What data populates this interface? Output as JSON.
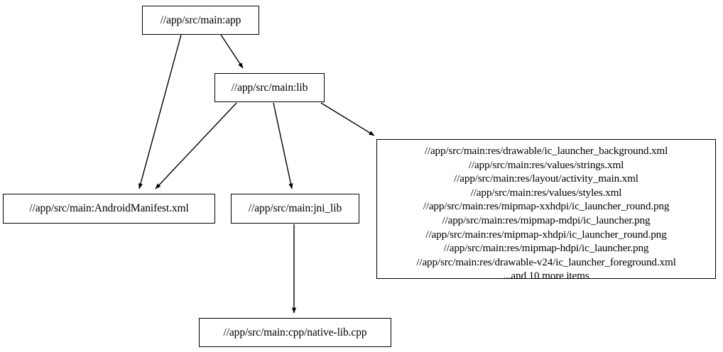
{
  "diagram": {
    "kind": "dependency-graph",
    "title": "",
    "background_color": "#ffffff",
    "node_fill_color": "#ffffff",
    "node_border_color": "#000000",
    "edge_color": "#000000",
    "text_color": "#000000",
    "nodes": [
      {
        "id": "app",
        "label": "//app/src/main:app"
      },
      {
        "id": "lib",
        "label": "//app/src/main:lib"
      },
      {
        "id": "manifest",
        "label": "//app/src/main:AndroidManifest.xml"
      },
      {
        "id": "jni_lib",
        "label": "//app/src/main:jni_lib"
      },
      {
        "id": "native_lib",
        "label": "//app/src/main:cpp/native-lib.cpp"
      },
      {
        "id": "resources",
        "lines": [
          "//app/src/main:res/drawable/ic_launcher_background.xml",
          "//app/src/main:res/values/strings.xml",
          "//app/src/main:res/layout/activity_main.xml",
          "//app/src/main:res/values/styles.xml",
          "//app/src/main:res/mipmap-xxhdpi/ic_launcher_round.png",
          "//app/src/main:res/mipmap-mdpi/ic_launcher.png",
          "//app/src/main:res/mipmap-xhdpi/ic_launcher_round.png",
          "//app/src/main:res/mipmap-hdpi/ic_launcher.png",
          "//app/src/main:res/drawable-v24/ic_launcher_foreground.xml",
          "...and 10 more items"
        ]
      }
    ],
    "edges": [
      {
        "from": "app",
        "to": "manifest"
      },
      {
        "from": "app",
        "to": "lib"
      },
      {
        "from": "lib",
        "to": "manifest"
      },
      {
        "from": "lib",
        "to": "jni_lib"
      },
      {
        "from": "lib",
        "to": "resources"
      },
      {
        "from": "jni_lib",
        "to": "native_lib"
      }
    ]
  }
}
